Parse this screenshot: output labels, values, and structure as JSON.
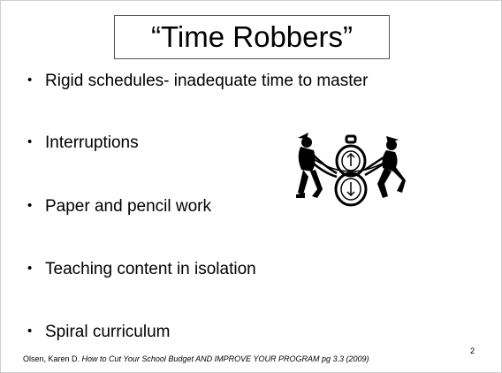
{
  "slide": {
    "title": "“Time Robbers”",
    "bullet_glyph": "•",
    "bullets": [
      "Rigid schedules- inadequate time to master",
      "Interruptions",
      "Paper and pencil work",
      "Teaching content in isolation",
      "Spiral curriculum"
    ],
    "illustration": "tug-of-war-stopwatch-icon",
    "footer": {
      "author": "Olsen, Karen D. ",
      "citation": "How to Cut Your School Budget AND IMPROVE YOUR PROGRAM pg 3.3  (2009)"
    },
    "page_number": "2"
  }
}
